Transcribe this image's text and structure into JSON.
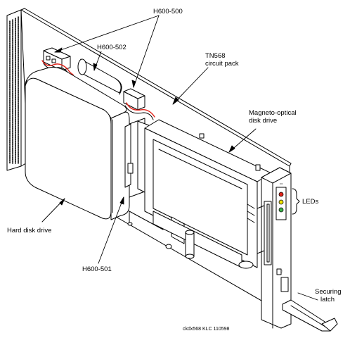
{
  "figure": {
    "labels": {
      "h600_500": "H600-500",
      "h600_502": "H600-502",
      "tn568_line1": "TN568",
      "tn568_line2": "circuit pack",
      "mo_line1": "Magneto-optical",
      "mo_line2": "disk drive",
      "leds": "LEDs",
      "hard_disk": "Hard disk drive",
      "h600_501": "H600-501",
      "latch_line1": "Securing",
      "latch_line2": "latch"
    },
    "reference_code": "ckdx568 KLC 110598",
    "colors": {
      "line": "#000000",
      "red_wire": "#e2231a",
      "led_red": "#e2231a",
      "led_yellow": "#f2e600",
      "led_green": "#3cb44b"
    }
  }
}
